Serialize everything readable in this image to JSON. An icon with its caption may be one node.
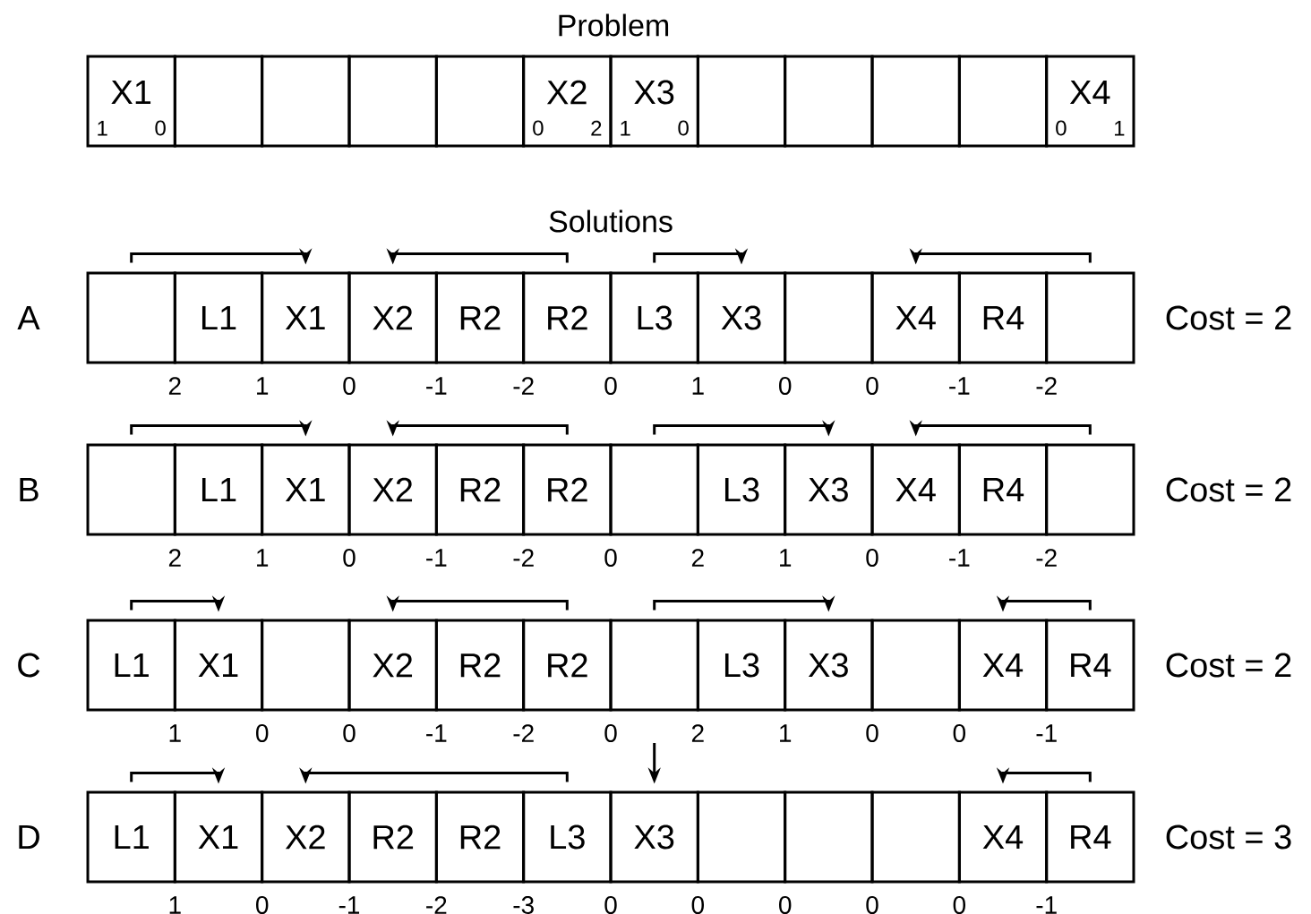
{
  "diagram": {
    "nodes": [
      {
        "text": [
          "1",
          "X1",
          "0"
        ]
      },
      {
        "text": [],
        "shape": "box"
      },
      {
        "text": [],
        "shape": "box"
      },
      {
        "text": [],
        "shape": "box"
      },
      {
        "text": [],
        "shape": "box"
      },
      {
        "text": [
          "0",
          "X2",
          "2"
        ]
      },
      {
        "text": [
          "1",
          "X3",
          "0"
        ]
      },
      {
        "text": [],
        "shape": "box"
      },
      {
        "text": [],
        "shape": "box"
      },
      {
        "text": [],
        "shape": "box"
      },
      {
        "text": [],
        "shape": "box"
      },
      {
        "text": [
          "0",
          "X4",
          "1"
        ]
      },
      {
        "text": [],
        "shape": "box"
      },
      {
        "text": [
          "L1"
        ]
      },
      {
        "text": [
          "X1"
        ]
      },
      {
        "text": [
          "X2"
        ]
      },
      {
        "text": [
          "R2"
        ]
      },
      {
        "text": [
          "R2"
        ]
      },
      {
        "text": [
          "L3"
        ]
      },
      {
        "text": [
          "X3"
        ]
      },
      {
        "text": [],
        "shape": "box"
      },
      {
        "text": [
          "X4"
        ]
      },
      {
        "text": [
          "R4"
        ]
      },
      {
        "text": [],
        "shape": "box"
      },
      {
        "text": [],
        "shape": "box"
      },
      {
        "text": [
          "L1"
        ]
      },
      {
        "text": [
          "X1"
        ]
      },
      {
        "text": [
          "X2"
        ]
      },
      {
        "text": [
          "R2"
        ]
      },
      {
        "text": [
          "R2"
        ]
      },
      {
        "text": [],
        "shape": "box"
      },
      {
        "text": [
          "L3"
        ]
      },
      {
        "text": [
          "X3"
        ]
      },
      {
        "text": [
          "X4"
        ]
      },
      {
        "text": [
          "R4"
        ]
      },
      {
        "text": [],
        "shape": "box"
      },
      {
        "text": [
          "L1"
        ]
      },
      {
        "text": [
          "X1"
        ]
      },
      {
        "text": [],
        "shape": "box"
      },
      {
        "text": [
          "X2"
        ]
      },
      {
        "text": [
          "R2"
        ]
      },
      {
        "text": [
          "R2"
        ]
      },
      {
        "text": [],
        "shape": "box"
      },
      {
        "text": [
          "L3"
        ]
      },
      {
        "text": [
          "X3"
        ]
      },
      {
        "text": [],
        "shape": "box"
      },
      {
        "text": [
          "X4"
        ]
      },
      {
        "text": [
          "R4"
        ]
      },
      {
        "text": [
          "L1"
        ]
      },
      {
        "text": [
          "X1"
        ]
      },
      {
        "text": [
          "X2"
        ]
      },
      {
        "text": [
          "R2"
        ]
      },
      {
        "text": [
          "R2"
        ]
      },
      {
        "text": [
          "L3"
        ]
      },
      {
        "text": [
          "X3"
        ]
      },
      {
        "text": [],
        "shape": "box"
      },
      {
        "text": [],
        "shape": "box"
      },
      {
        "text": [],
        "shape": "box"
      },
      {
        "text": [
          "X4"
        ]
      },
      {
        "text": [
          "R4"
        ]
      }
    ],
    "edges": [
      {
        "from": 12,
        "to": 14,
        "arrow": "to"
      },
      {
        "from": 17,
        "to": 15,
        "arrow": "to"
      },
      {
        "from": 18,
        "to": 19,
        "arrow": "to"
      },
      {
        "from": 23,
        "to": 21,
        "arrow": "to"
      },
      {
        "from": 24,
        "to": 26,
        "arrow": "to"
      },
      {
        "from": 29,
        "to": 27,
        "arrow": "to"
      },
      {
        "from": 30,
        "to": 32,
        "arrow": "to"
      },
      {
        "from": 35,
        "to": 33,
        "arrow": "to"
      },
      {
        "from": 36,
        "to": 37,
        "arrow": "to"
      },
      {
        "from": 41,
        "to": 39,
        "arrow": "to"
      },
      {
        "from": 42,
        "to": 44,
        "arrow": "to"
      },
      {
        "from": 47,
        "to": 46,
        "arrow": "to"
      },
      {
        "from": 48,
        "to": 49,
        "arrow": "to"
      },
      {
        "from": 53,
        "to": 50,
        "arrow": "to"
      },
      {
        "from": null,
        "to": 54,
        "arrow": "to"
      },
      {
        "from": 59,
        "to": 58,
        "arrow": "to"
      }
    ],
    "labels": [
      "Problem",
      "Solutions",
      "A",
      "Cost = 2",
      "2",
      "1",
      "0",
      "-1",
      "-2",
      "0",
      "1",
      "0",
      "0",
      "-1",
      "-2",
      "B",
      "Cost = 2",
      "2",
      "1",
      "0",
      "-1",
      "-2",
      "0",
      "2",
      "1",
      "0",
      "-1",
      "-2",
      "C",
      "Cost = 2",
      "1",
      "0",
      "0",
      "-1",
      "-2",
      "0",
      "2",
      "1",
      "0",
      "0",
      "-1",
      "D",
      "Cost = 3",
      "1",
      "0",
      "-1",
      "-2",
      "-3",
      "0",
      "0",
      "0",
      "0",
      "0",
      "-1"
    ]
  }
}
